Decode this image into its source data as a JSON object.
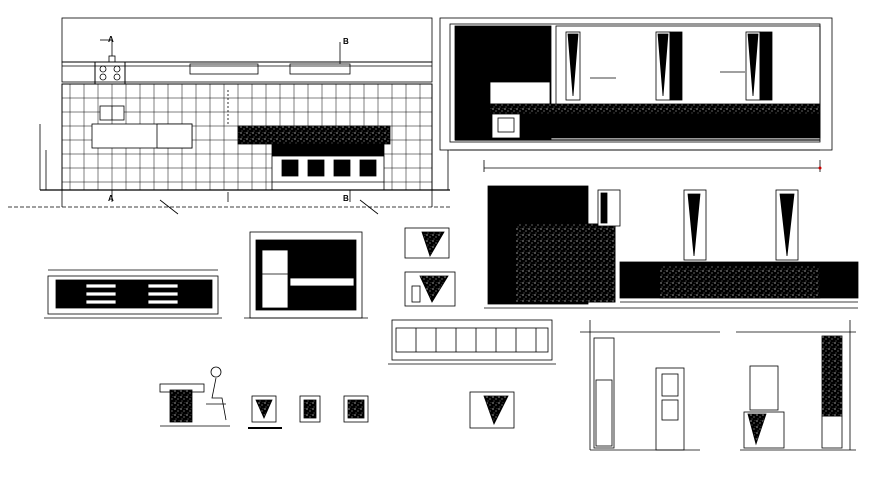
{
  "drawing": {
    "type": "cad-kitchen-elevations-and-sections",
    "line_color": "#000000",
    "background": "#ffffff",
    "fill_solid": "#000000",
    "fill_granite_pattern": "speckled",
    "accent_marker_color": "#cc0000"
  },
  "labels": {
    "section_a_top": "A",
    "section_b_top": "B",
    "section_a_bottom": "A",
    "section_b_bottom": "B"
  },
  "views": [
    "main-wall-elevation",
    "kitchen-long-elevation",
    "island-elevation",
    "refrigerator-wall-elevation",
    "counter-detail-sections",
    "dining-wall-elevation",
    "counter-plan-strip",
    "stool-and-figure-section",
    "small-section-details",
    "side-wall-elevations"
  ]
}
